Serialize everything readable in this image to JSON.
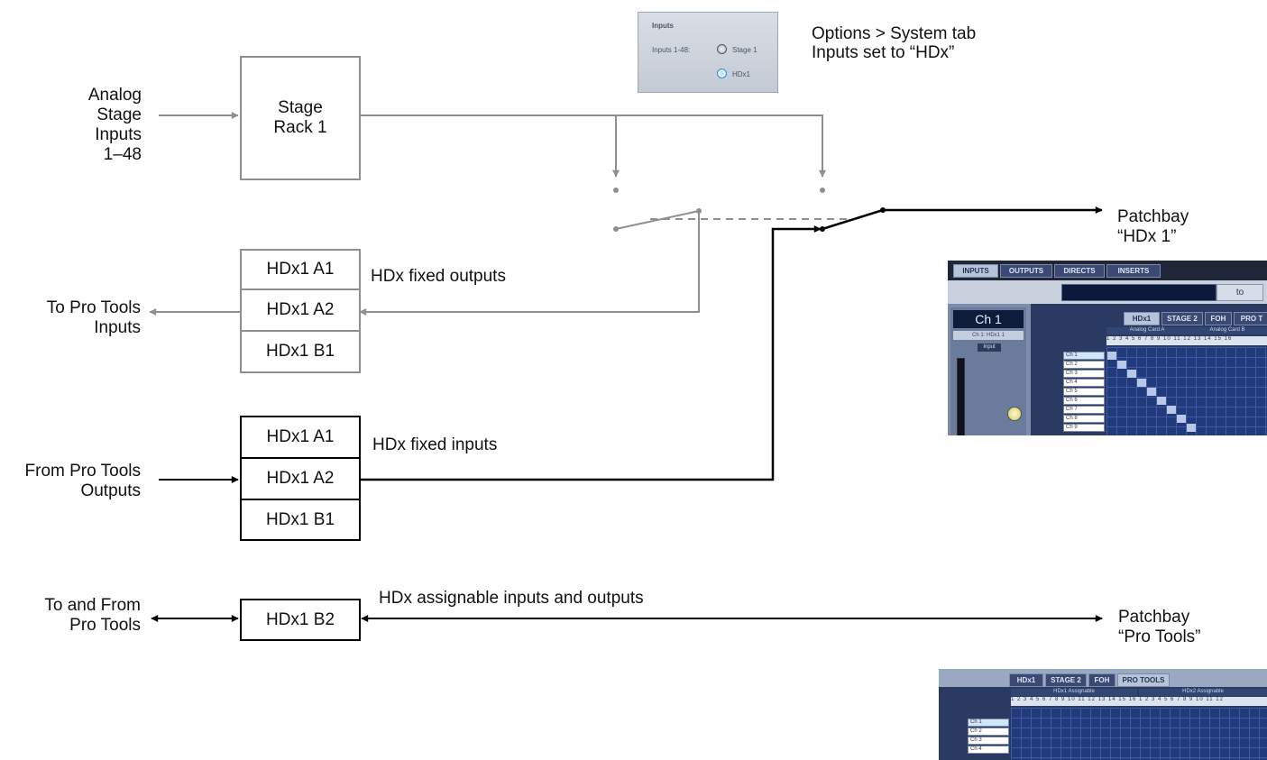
{
  "left_labels": {
    "analog": "Analog\nStage\nInputs\n1–48",
    "to_pt": "To Pro Tools\nInputs",
    "from_pt": "From Pro Tools\nOutputs",
    "to_from_pt": "To and From\nPro Tools"
  },
  "stage_rack": "Stage\nRack 1",
  "outputs_stack": [
    "HDx1 A1",
    "HDx1 A2",
    "HDx1 B1"
  ],
  "inputs_stack": [
    "HDx1 A1",
    "HDx1 A2",
    "HDx1 B1"
  ],
  "b2_box": "HDx1 B2",
  "annotations": {
    "fixed_outputs": "HDx fixed outputs",
    "fixed_inputs": "HDx fixed inputs",
    "assignable": "HDx assignable inputs and outputs",
    "options_note": "Options > System tab\nInputs set to “HDx”"
  },
  "patchbay": {
    "hdx1": "Patchbay\n“HDx 1”",
    "protools": "Patchbay\n“Pro Tools”"
  },
  "options_panel": {
    "title": "Inputs",
    "label": "Inputs 1-48:",
    "opt1": "Stage 1",
    "opt2": "HDx1"
  },
  "shot1": {
    "tabs": [
      "INPUTS",
      "OUTPUTS",
      "DIRECTS",
      "INSERTS"
    ],
    "to": "to",
    "channel": "Ch 1",
    "channel_sub": "Ch 1: HDx1 1",
    "input_label": "Input",
    "subtabs": [
      "HDx1",
      "STAGE 2",
      "FOH",
      "PRO T"
    ],
    "card_a": "Analog Card A",
    "card_b": "Analog Card B",
    "rows": [
      "Ch 1",
      "Ch 2",
      "Ch 3",
      "Ch 4",
      "Ch 5",
      "Ch 6",
      "Ch 7",
      "Ch 8",
      "Ch 9"
    ]
  },
  "shot2": {
    "tabs": [
      "HDx1",
      "STAGE 2",
      "FOH",
      "PRO TOOLS"
    ],
    "group1": "HDx1 Assignable",
    "group2": "HDx2 Assignable",
    "rows": [
      "Ch 1",
      "Ch 2",
      "Ch 3",
      "Ch 4"
    ]
  },
  "colors": {
    "gray_line": "#8f8f8f",
    "black_line": "#000000",
    "screen_blue": "#223a7a"
  }
}
